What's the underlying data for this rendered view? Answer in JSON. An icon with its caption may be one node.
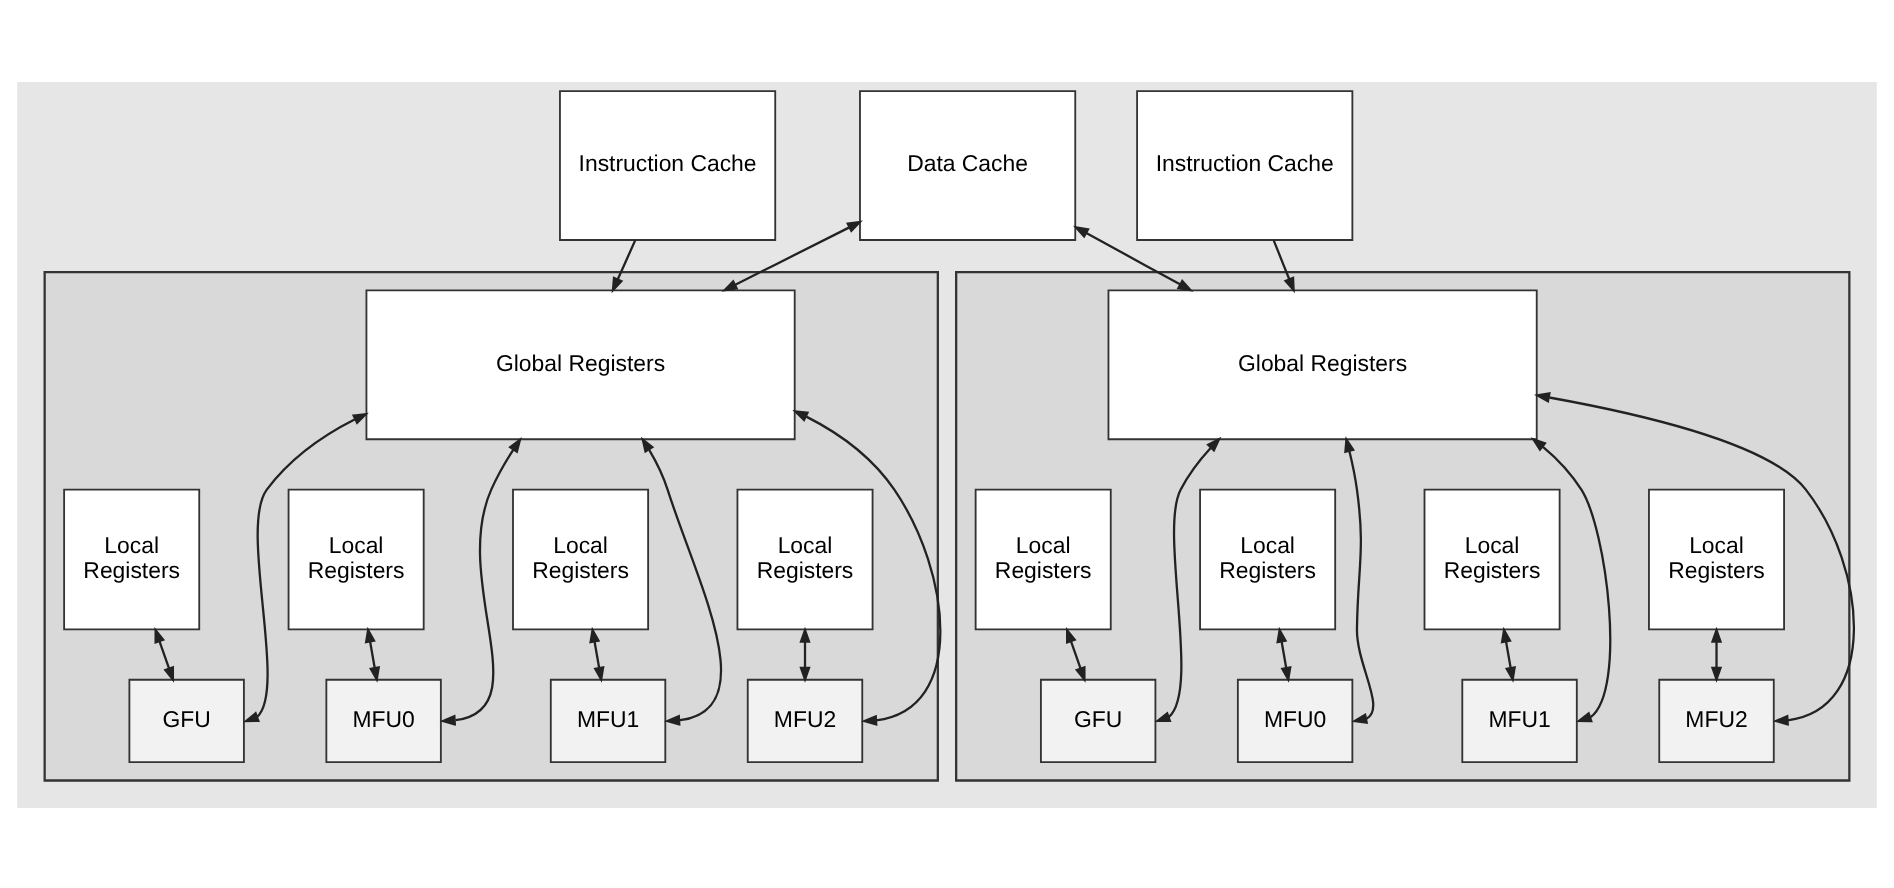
{
  "diagram": {
    "nodes": [
      {
        "text": [
          "Instruction Cache"
        ]
      },
      {
        "text": [
          "Data Cache"
        ]
      },
      {
        "text": [
          "Instruction Cache"
        ]
      },
      {
        "text": [],
        "shape": "box"
      },
      {
        "text": [
          "Global Registers"
        ],
        "in": 3
      },
      {
        "text": [
          "Local Registers"
        ],
        "in": 3
      },
      {
        "text": [
          "Local Registers"
        ],
        "in": 3
      },
      {
        "text": [
          "Local Registers"
        ],
        "in": 3
      },
      {
        "text": [
          "Local Registers"
        ],
        "in": 3
      },
      {
        "text": [
          "GFU"
        ],
        "in": 3
      },
      {
        "text": [
          "MFU0"
        ],
        "in": 3
      },
      {
        "text": [
          "MFU1"
        ],
        "in": 3
      },
      {
        "text": [
          "MFU2"
        ],
        "in": 3
      },
      {
        "text": [],
        "shape": "box"
      },
      {
        "text": [
          "Global Registers"
        ],
        "in": 13
      },
      {
        "text": [
          "Local Registers"
        ],
        "in": 13
      },
      {
        "text": [
          "Local Registers"
        ],
        "in": 13
      },
      {
        "text": [
          "Local Registers"
        ],
        "in": 13
      },
      {
        "text": [
          "Local Registers"
        ],
        "in": 13
      },
      {
        "text": [
          "GFU"
        ],
        "in": 13
      },
      {
        "text": [
          "MFU0"
        ],
        "in": 13
      },
      {
        "text": [
          "MFU1"
        ],
        "in": 13
      },
      {
        "text": [
          "MFU2"
        ],
        "in": 13
      }
    ],
    "edges": [
      {
        "from": 0,
        "to": 4,
        "arrow": "to"
      },
      {
        "from": 1,
        "to": 4,
        "arrow": "both"
      },
      {
        "from": 1,
        "to": 14,
        "arrow": "both"
      },
      {
        "from": 2,
        "to": 14,
        "arrow": "to"
      },
      {
        "from": 5,
        "to": 9,
        "arrow": "both"
      },
      {
        "from": 6,
        "to": 10,
        "arrow": "both"
      },
      {
        "from": 7,
        "to": 11,
        "arrow": "both"
      },
      {
        "from": 8,
        "to": 12,
        "arrow": "both"
      },
      {
        "from": 9,
        "to": 4,
        "arrow": "both"
      },
      {
        "from": 10,
        "to": 4,
        "arrow": "both"
      },
      {
        "from": 11,
        "to": 4,
        "arrow": "both"
      },
      {
        "from": 12,
        "to": 4,
        "arrow": "both"
      },
      {
        "from": 15,
        "to": 19,
        "arrow": "both"
      },
      {
        "from": 16,
        "to": 20,
        "arrow": "both"
      },
      {
        "from": 17,
        "to": 21,
        "arrow": "both"
      },
      {
        "from": 18,
        "to": 22,
        "arrow": "both"
      },
      {
        "from": 19,
        "to": 14,
        "arrow": "both"
      },
      {
        "from": 20,
        "to": 14,
        "arrow": "both"
      },
      {
        "from": 21,
        "to": 14,
        "arrow": "both"
      },
      {
        "from": 22,
        "to": 14,
        "arrow": "both"
      }
    ]
  }
}
